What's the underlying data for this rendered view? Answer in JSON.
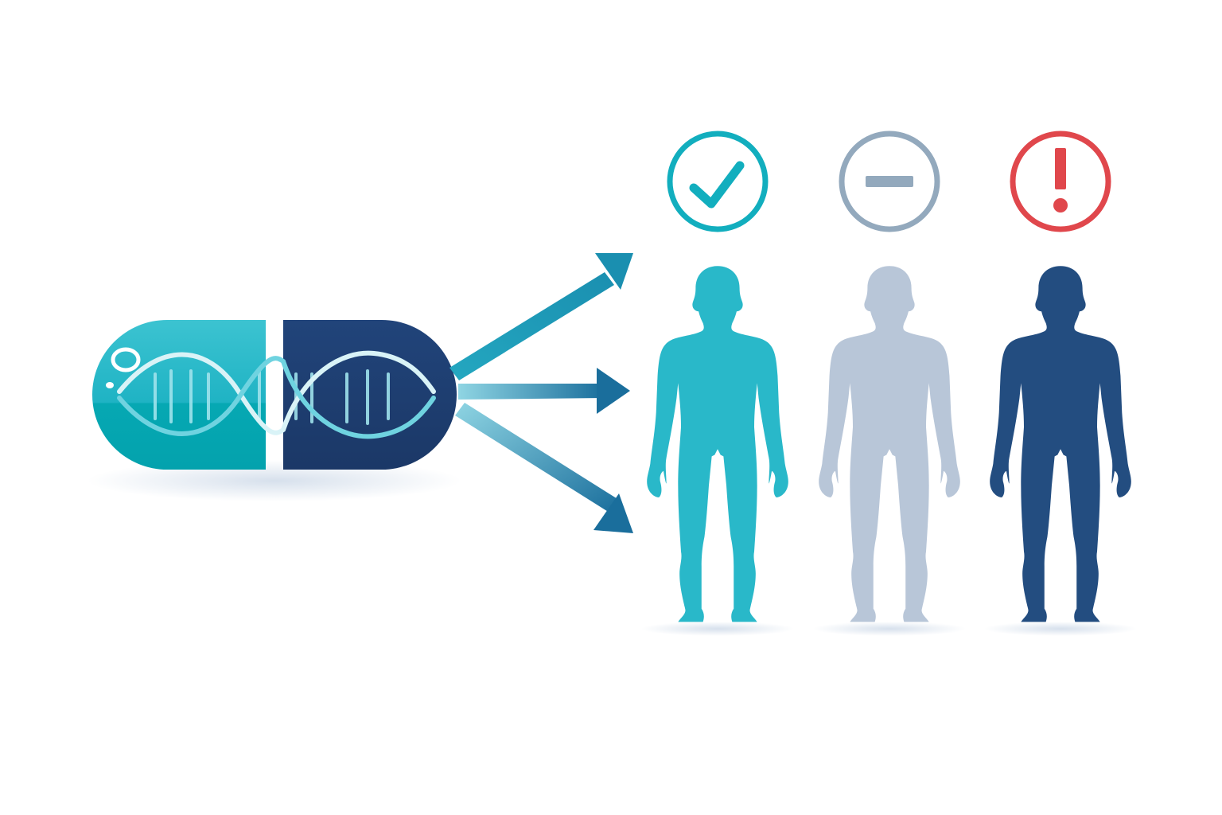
{
  "diagram": {
    "capsule": {
      "icon": "dna-helix-icon",
      "left_color": "#1fb3c4",
      "left_color_dark": "#06a8b3",
      "right_color": "#1e3d6e",
      "helix_color_light": "#d9f3f7",
      "helix_color_accent": "#6fd3e0"
    },
    "arrows": [
      {
        "id": "up",
        "color": "#1a8fb0"
      },
      {
        "id": "straight",
        "color": "#1a6e9c"
      },
      {
        "id": "down",
        "color": "#1a6e9c"
      }
    ],
    "outcomes": [
      {
        "name": "positive-response",
        "icon": "check-circle-icon",
        "badge_color": "#12aebe",
        "figure_color": "#29b8c9"
      },
      {
        "name": "no-response",
        "icon": "minus-circle-icon",
        "badge_color": "#93a9bd",
        "figure_color": "#b8c6d8"
      },
      {
        "name": "adverse-response",
        "icon": "exclamation-circle-icon",
        "badge_color": "#e0474c",
        "figure_color": "#234d80"
      }
    ]
  }
}
